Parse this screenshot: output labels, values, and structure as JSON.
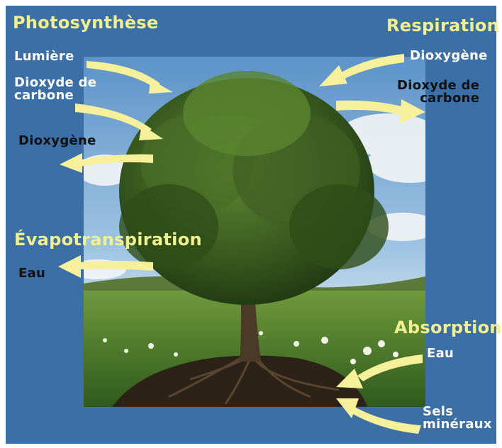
{
  "colors": {
    "background": "#3b6fa6",
    "title": "#f2ef8c",
    "arrow": "#f6f09a",
    "label": "#ffffff",
    "label_dark": "#111111"
  },
  "photosynthese": {
    "title": "Photosynthèse",
    "lumiere": "Lumière",
    "dioxyde_carbone": "Dioxyde de\ncarbone",
    "dioxygene": "Dioxygène"
  },
  "respiration": {
    "title": "Respiration",
    "dioxygene": "Dioxygène",
    "dioxyde_carbone": "Dioxyde de\ncarbone"
  },
  "evapotranspiration": {
    "title": "Évapotranspiration",
    "eau": "Eau"
  },
  "absorption": {
    "title": "Absorption",
    "eau": "Eau",
    "sels": "Sels\nminéraux"
  }
}
